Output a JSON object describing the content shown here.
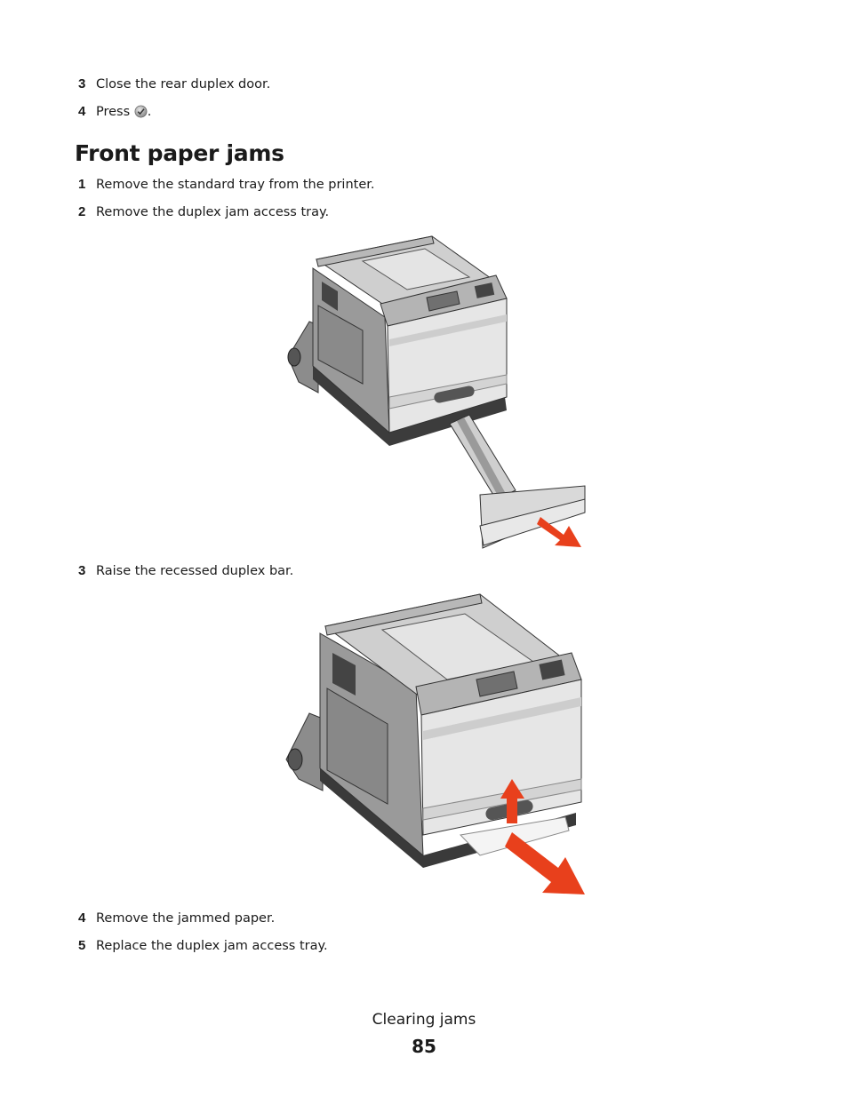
{
  "steps_top": [
    {
      "num": "3",
      "text": "Close the rear duplex door."
    },
    {
      "num": "4",
      "text_before": "Press ",
      "text_after": ".",
      "icon": "check-button-icon"
    }
  ],
  "section": {
    "title": "Front paper jams",
    "steps": [
      {
        "num": "1",
        "text": "Remove the standard tray from the printer."
      },
      {
        "num": "2",
        "text": "Remove the duplex jam access tray."
      },
      {
        "num": "3",
        "text": "Raise the recessed duplex bar."
      },
      {
        "num": "4",
        "text": "Remove the jammed paper."
      },
      {
        "num": "5",
        "text": "Replace the duplex jam access tray."
      }
    ]
  },
  "figures": [
    {
      "name": "printer-remove-duplex-tray-illustration",
      "arrow_color": "#e8401c"
    },
    {
      "name": "printer-raise-duplex-bar-illustration",
      "arrow_color": "#e8401c"
    }
  ],
  "footer": {
    "title": "Clearing jams",
    "page": "85"
  }
}
